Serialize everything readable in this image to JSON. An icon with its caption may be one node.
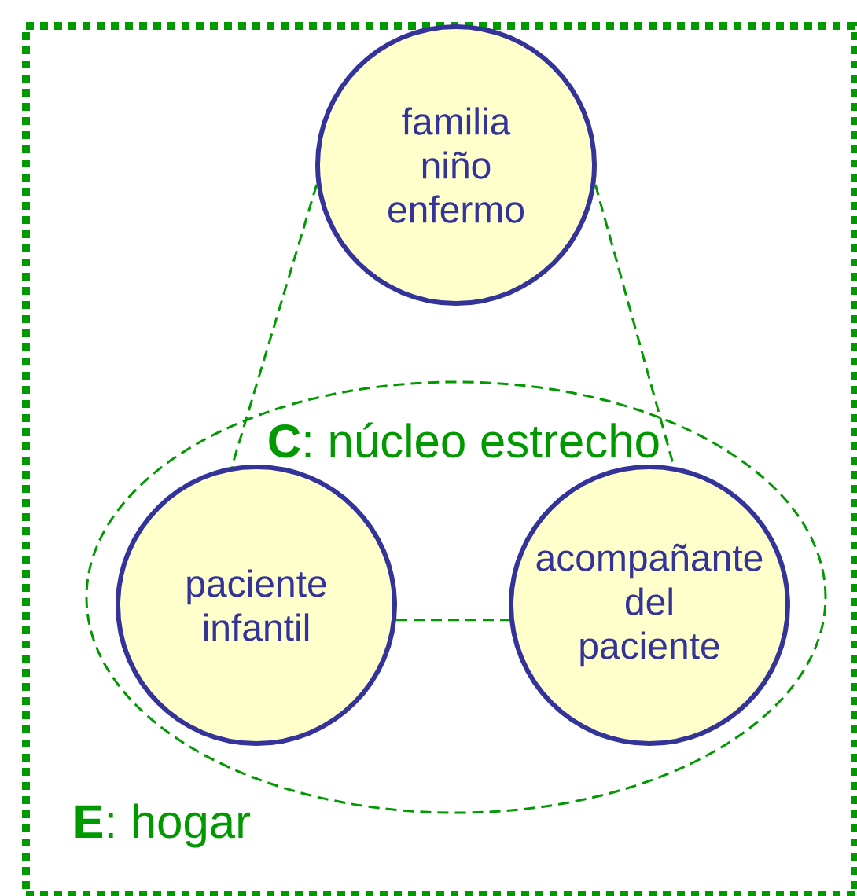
{
  "diagram": {
    "nodes": [
      {
        "text": [
          "**E**: hogar"
        ]
      },
      {
        "text": [
          "familia niño enfermo"
        ],
        "in": 0
      },
      {
        "text": [
          "**C**: núcleo estrecho"
        ],
        "in": 0
      },
      {
        "text": [
          "paciente infantil"
        ],
        "in": 2
      },
      {
        "text": [
          "acompañante del paciente"
        ],
        "in": 2
      }
    ],
    "edges": [
      {
        "from": 1,
        "to": 3,
        "arrow": "none",
        "style": "dashed"
      },
      {
        "from": 1,
        "to": 4,
        "arrow": "none",
        "style": "dashed"
      },
      {
        "from": 3,
        "to": 4,
        "arrow": "none",
        "style": "dashed"
      }
    ]
  }
}
